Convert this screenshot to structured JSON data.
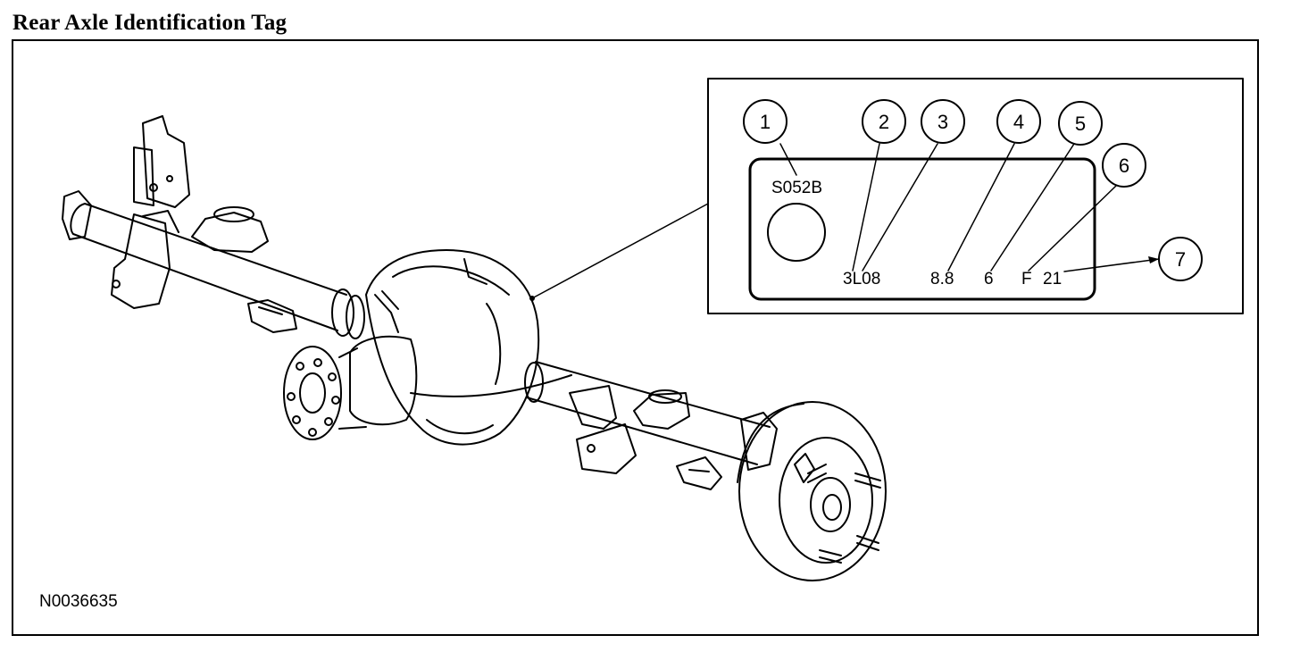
{
  "title": "Rear Axle Identification Tag",
  "figure_id": "N0036635",
  "tag": {
    "callouts": [
      "1",
      "2",
      "3",
      "4",
      "5",
      "6",
      "7"
    ],
    "fields": {
      "part_code": "S052B",
      "plant_code": "3L08",
      "ring_gear_size": "8.8",
      "ratio_digit": "6",
      "axle_type": "F",
      "ratio_suffix": "21"
    }
  }
}
